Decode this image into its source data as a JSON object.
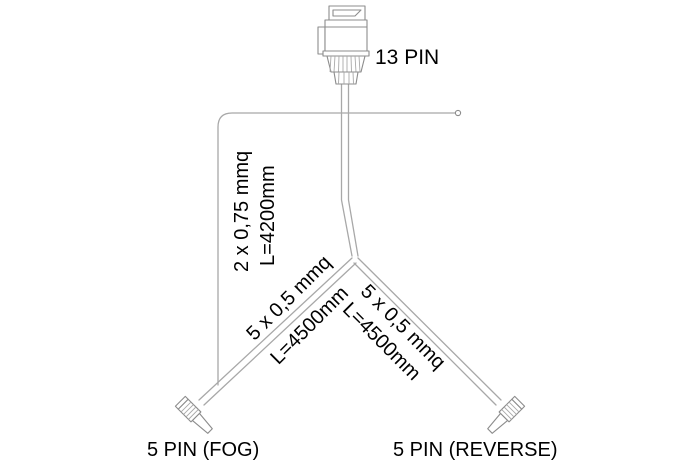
{
  "diagram": {
    "title_label": "13 PIN",
    "connectors": [
      {
        "name": "13-pin-connector",
        "label": "13 PIN",
        "position": "top"
      },
      {
        "name": "5-pin-fog-connector",
        "label": "5 PIN (FOG)",
        "position": "bottom-left"
      },
      {
        "name": "5-pin-reverse-connector",
        "label": "5 PIN (REVERSE)",
        "position": "bottom-right"
      }
    ],
    "branches": {
      "trunk": {
        "gauge": "2 x 0,75 mmq",
        "length": "L=4200mm"
      },
      "left": {
        "gauge": "5 x 0,5 mmq",
        "length": "L=4500mm"
      },
      "right": {
        "gauge": "5 x 0,5 mmq",
        "length": "L=4500mm"
      }
    },
    "labels": {
      "fog": "5 PIN (FOG)",
      "reverse": "5 PIN (REVERSE)"
    },
    "colors": {
      "line": "#a8a8a8",
      "line_dark": "#8c8c8c",
      "text": "#000000",
      "background": "#ffffff"
    }
  }
}
